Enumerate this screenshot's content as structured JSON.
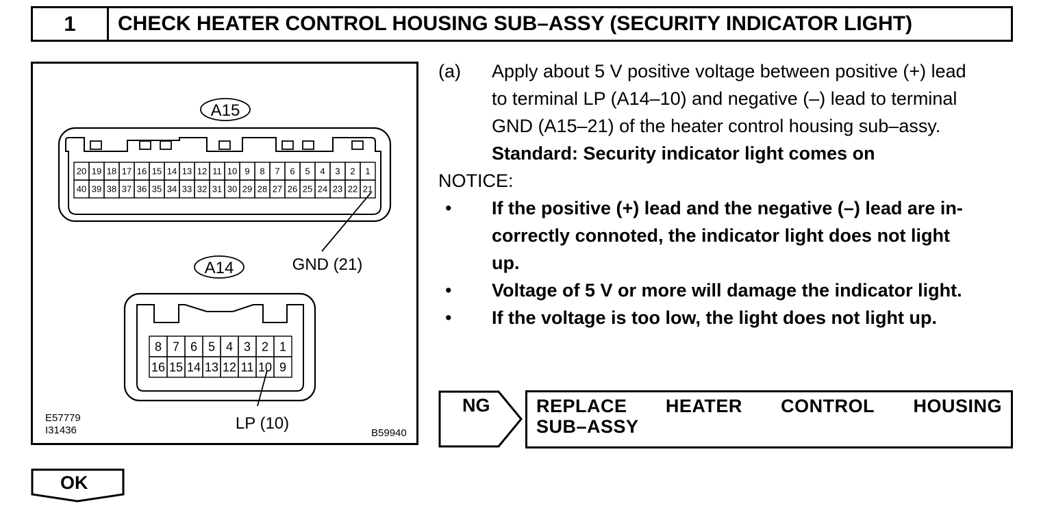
{
  "header": {
    "step_number": "1",
    "title": "CHECK HEATER CONTROL HOUSING SUB–ASSY (SECURITY INDICATOR LIGHT)"
  },
  "figure": {
    "connector_a15_label": "A15",
    "connector_a15_row1": [
      "20",
      "19",
      "18",
      "17",
      "16",
      "15",
      "14",
      "13",
      "12",
      "11",
      "10",
      "9",
      "8",
      "7",
      "6",
      "5",
      "4",
      "3",
      "2",
      "1"
    ],
    "connector_a15_row2": [
      "40",
      "39",
      "38",
      "37",
      "36",
      "35",
      "34",
      "33",
      "32",
      "31",
      "30",
      "29",
      "28",
      "27",
      "26",
      "25",
      "24",
      "23",
      "22",
      "21"
    ],
    "connector_a14_label": "A14",
    "connector_a14_row1": [
      "8",
      "7",
      "6",
      "5",
      "4",
      "3",
      "2",
      "1"
    ],
    "connector_a14_row2": [
      "16",
      "15",
      "14",
      "13",
      "12",
      "11",
      "10",
      "9"
    ],
    "gnd_callout": "GND (21)",
    "lp_callout": "LP (10)",
    "code_1": "E57779",
    "code_2": "I31436",
    "code_3": "B59940"
  },
  "instructions": {
    "step_marker": "(a)",
    "step_lines": [
      "Apply about 5 V positive voltage between positive (+) lead",
      "to terminal LP (A14–10) and negative (–) lead to terminal",
      "GND (A15–21) of the heater control housing sub–assy."
    ],
    "standard": "Standard: Security indicator light comes on",
    "notice_title": "NOTICE:",
    "bullet_char": "•",
    "notice_items": [
      [
        "If the positive (+) lead and the negative (–) lead are in-",
        "correctly connoted, the indicator light does not light",
        "up."
      ],
      [
        "Voltage of 5 V or more will damage the indicator light."
      ],
      [
        "If the voltage is too low, the light does not light up."
      ]
    ]
  },
  "result_ng": {
    "label": "NG",
    "action_line1": [
      "REPLACE",
      "HEATER",
      "CONTROL",
      "HOUSING"
    ],
    "action_line2": "SUB–ASSY"
  },
  "result_ok": {
    "label": "OK"
  }
}
